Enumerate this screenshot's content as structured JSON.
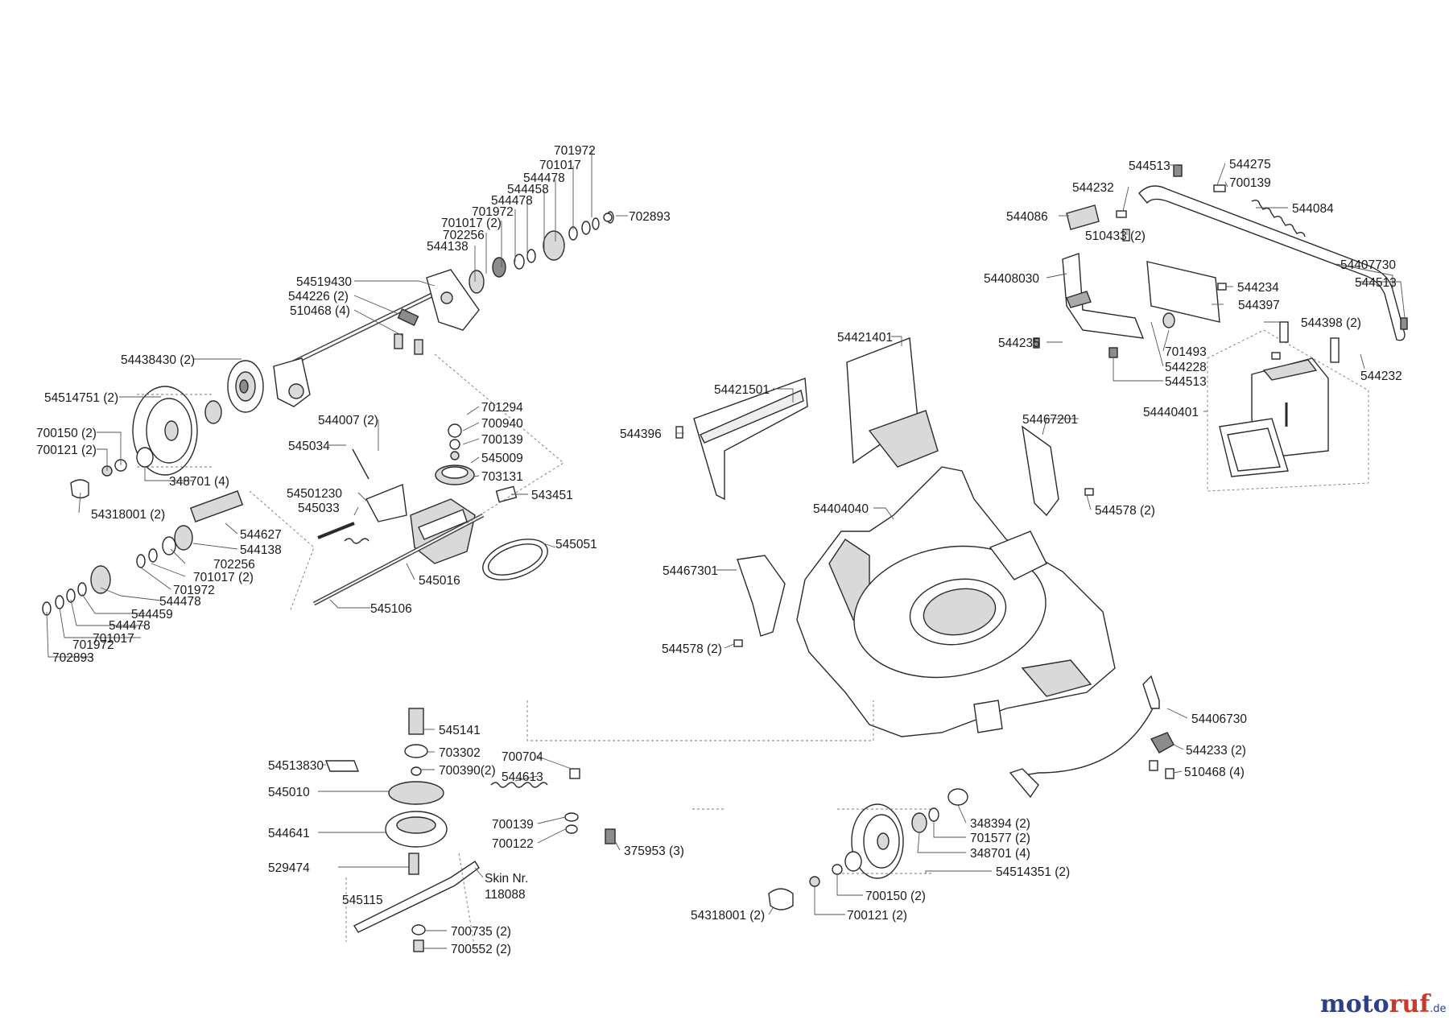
{
  "labels": [
    {
      "id": "701972-a",
      "text": "701972"
    },
    {
      "id": "701017-a",
      "text": "701017"
    },
    {
      "id": "544478-a",
      "text": "544478"
    },
    {
      "id": "544458",
      "text": "544458"
    },
    {
      "id": "544478-b",
      "text": "544478"
    },
    {
      "id": "701972-b",
      "text": "701972"
    },
    {
      "id": "701017-2-a",
      "text": "701017 (2)"
    },
    {
      "id": "702256-a",
      "text": "702256"
    },
    {
      "id": "544138-a",
      "text": "544138"
    },
    {
      "id": "702893-a",
      "text": "702893"
    },
    {
      "id": "54519430",
      "text": "54519430"
    },
    {
      "id": "544226-2",
      "text": "544226 (2)"
    },
    {
      "id": "510468-4-a",
      "text": "510468 (4)"
    },
    {
      "id": "54438430-2",
      "text": "54438430 (2)"
    },
    {
      "id": "54514751-2",
      "text": "54514751 (2)"
    },
    {
      "id": "700150-2-a",
      "text": "700150 (2)"
    },
    {
      "id": "700121-2-a",
      "text": "700121 (2)"
    },
    {
      "id": "348701-4-a",
      "text": "348701 (4)"
    },
    {
      "id": "54318001-2-a",
      "text": "54318001 (2)"
    },
    {
      "id": "544007-2",
      "text": "544007 (2)"
    },
    {
      "id": "545034",
      "text": "545034"
    },
    {
      "id": "701294",
      "text": "701294"
    },
    {
      "id": "700940",
      "text": "700940"
    },
    {
      "id": "700139-a",
      "text": "700139"
    },
    {
      "id": "545009",
      "text": "545009"
    },
    {
      "id": "703131",
      "text": "703131"
    },
    {
      "id": "54501230",
      "text": "54501230"
    },
    {
      "id": "545033",
      "text": "545033"
    },
    {
      "id": "543451",
      "text": "543451"
    },
    {
      "id": "544627",
      "text": "544627"
    },
    {
      "id": "544138-b",
      "text": "544138"
    },
    {
      "id": "702256-b",
      "text": "702256"
    },
    {
      "id": "701017-2-b",
      "text": "701017 (2)"
    },
    {
      "id": "701972-c",
      "text": "701972"
    },
    {
      "id": "544478-c",
      "text": "544478"
    },
    {
      "id": "544459",
      "text": "544459"
    },
    {
      "id": "544478-d",
      "text": "544478"
    },
    {
      "id": "701017-b",
      "text": "701017"
    },
    {
      "id": "701972-d",
      "text": "701972"
    },
    {
      "id": "702893-b",
      "text": "702893"
    },
    {
      "id": "545051",
      "text": "545051"
    },
    {
      "id": "545016",
      "text": "545016"
    },
    {
      "id": "545106",
      "text": "545106"
    },
    {
      "id": "544513-a",
      "text": "544513"
    },
    {
      "id": "544275",
      "text": "544275"
    },
    {
      "id": "700139-b",
      "text": "700139"
    },
    {
      "id": "544232-a",
      "text": "544232"
    },
    {
      "id": "544084",
      "text": "544084"
    },
    {
      "id": "544086",
      "text": "544086"
    },
    {
      "id": "510433-2",
      "text": "510433 (2)"
    },
    {
      "id": "54407730",
      "text": "54407730"
    },
    {
      "id": "54408030",
      "text": "54408030"
    },
    {
      "id": "544513-b",
      "text": "544513"
    },
    {
      "id": "544234",
      "text": "544234"
    },
    {
      "id": "544397",
      "text": "544397"
    },
    {
      "id": "544398-2",
      "text": "544398 (2)"
    },
    {
      "id": "544235",
      "text": "544235"
    },
    {
      "id": "701493",
      "text": "701493"
    },
    {
      "id": "544228",
      "text": "544228"
    },
    {
      "id": "544513-c",
      "text": "544513"
    },
    {
      "id": "544232-b",
      "text": "544232"
    },
    {
      "id": "54421401",
      "text": "54421401"
    },
    {
      "id": "54421501",
      "text": "54421501"
    },
    {
      "id": "544396",
      "text": "544396"
    },
    {
      "id": "54440401",
      "text": "54440401"
    },
    {
      "id": "54467201",
      "text": "54467201"
    },
    {
      "id": "544578-2-a",
      "text": "544578 (2)"
    },
    {
      "id": "54404040",
      "text": "54404040"
    },
    {
      "id": "54467301",
      "text": "54467301"
    },
    {
      "id": "544578-2-b",
      "text": "544578 (2)"
    },
    {
      "id": "54406730",
      "text": "54406730"
    },
    {
      "id": "544233-2",
      "text": "544233 (2)"
    },
    {
      "id": "510468-4-b",
      "text": "510468 (4)"
    },
    {
      "id": "545141",
      "text": "545141"
    },
    {
      "id": "703302",
      "text": "703302"
    },
    {
      "id": "54513830",
      "text": "54513830"
    },
    {
      "id": "700390-2",
      "text": "700390(2)"
    },
    {
      "id": "700704",
      "text": "700704"
    },
    {
      "id": "544613",
      "text": "544613"
    },
    {
      "id": "545010",
      "text": "545010"
    },
    {
      "id": "700139-c",
      "text": "700139"
    },
    {
      "id": "700122",
      "text": "700122"
    },
    {
      "id": "544641",
      "text": "544641"
    },
    {
      "id": "375953-3",
      "text": "375953 (3)"
    },
    {
      "id": "529474",
      "text": "529474"
    },
    {
      "id": "skin-nr",
      "text": "Skin Nr."
    },
    {
      "id": "118088",
      "text": "118088"
    },
    {
      "id": "545115",
      "text": "545115"
    },
    {
      "id": "700735-2",
      "text": "700735 (2)"
    },
    {
      "id": "700552-2",
      "text": "700552 (2)"
    },
    {
      "id": "348394-2",
      "text": "348394 (2)"
    },
    {
      "id": "701577-2",
      "text": "701577 (2)"
    },
    {
      "id": "348701-4-b",
      "text": "348701 (4)"
    },
    {
      "id": "54514351-2",
      "text": "54514351 (2)"
    },
    {
      "id": "700150-2-b",
      "text": "700150 (2)"
    },
    {
      "id": "54318001-2-b",
      "text": "54318001 (2)"
    },
    {
      "id": "700121-2-b",
      "text": "700121 (2)"
    }
  ],
  "watermark": {
    "part1": "moto",
    "part2": "ruf",
    "suffix": ".de",
    "colors": {
      "primary": "#2c3e8c",
      "accent": "#c73a2a"
    }
  }
}
